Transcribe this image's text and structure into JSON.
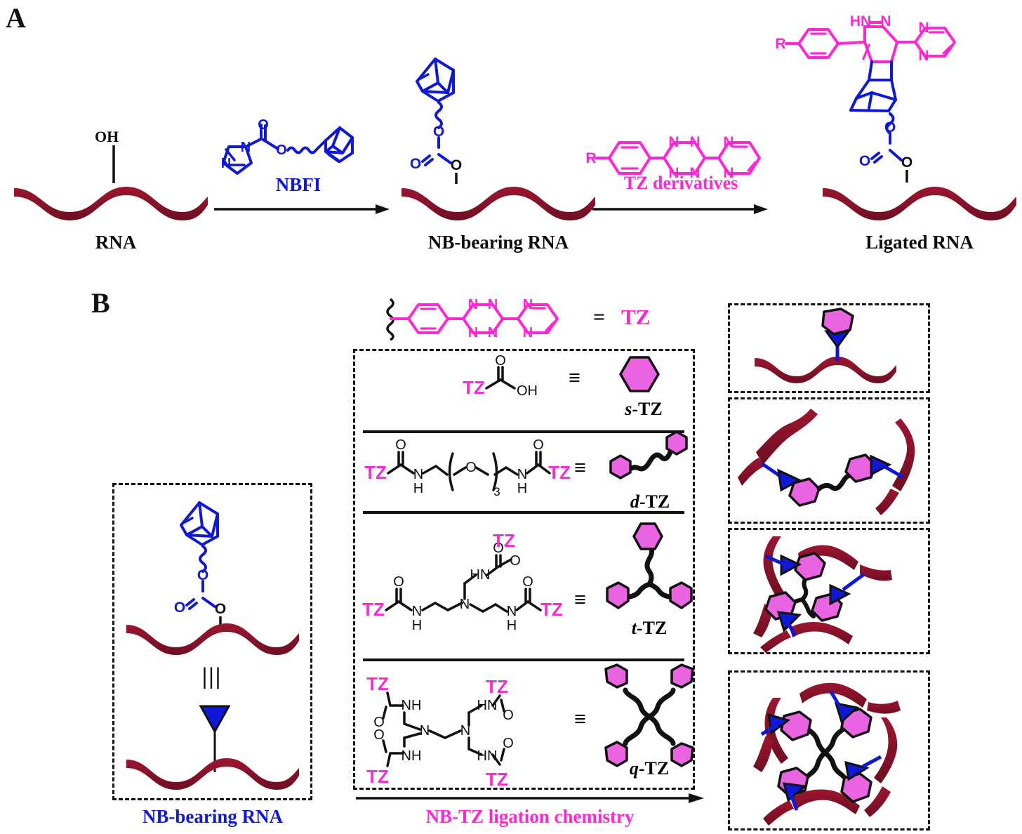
{
  "figure": {
    "panels": [
      {
        "id": "A",
        "letter": "A"
      },
      {
        "id": "B",
        "letter": "B"
      }
    ]
  },
  "colors": {
    "rna": "#9e1530",
    "rna_dark": "#6d0f22",
    "nb_blue": "#1018d8",
    "tz_magenta": "#ff26d4",
    "hex_fill": "#ea63e0",
    "black": "#111111"
  },
  "panelA": {
    "letter": "A",
    "species": [
      {
        "name": "rna",
        "label": "RNA",
        "substituent": "OH"
      },
      {
        "name": "nb-bearing-rna",
        "label": "NB-bearing RNA"
      },
      {
        "name": "ligated-rna",
        "label": "Ligated RNA"
      }
    ],
    "arrow1": {
      "reagent_label": "NBFI",
      "reagent_color": "nb_blue"
    },
    "arrow2": {
      "reagent_label": "TZ derivatives",
      "reagent_color": "tz_magenta"
    },
    "atoms": {
      "oh": "OH",
      "o": "O",
      "n": "N",
      "r": "R",
      "hn": "HN"
    }
  },
  "panelB": {
    "letter": "B",
    "tz_legend": {
      "equals": "=",
      "label": "TZ"
    },
    "left_box": {
      "equivalence": "|||",
      "caption": "NB-bearing RNA",
      "atoms": {
        "o": "O"
      }
    },
    "bottom_arrow_label": "NB-TZ ligation chemistry",
    "tz_rows": [
      {
        "id": "s-TZ",
        "name_italic": "s",
        "name_rest": "-TZ",
        "equiv": "≡",
        "formula_parts": [
          "TZ",
          "O",
          "OH"
        ],
        "arms": 1
      },
      {
        "id": "d-TZ",
        "name_italic": "d",
        "name_rest": "-TZ",
        "equiv": "≡",
        "formula_parts": [
          "TZ",
          "O",
          "N",
          "H",
          "O",
          "3",
          "N",
          "H",
          "O",
          "TZ"
        ],
        "peg_subscript": "3",
        "arms": 2
      },
      {
        "id": "t-TZ",
        "name_italic": "t",
        "name_rest": "-TZ",
        "equiv": "≡",
        "formula_parts": [
          "TZ",
          "O",
          "N",
          "H",
          "HN",
          "O",
          "N",
          "TZ"
        ],
        "arms": 3
      },
      {
        "id": "q-TZ",
        "name_italic": "q",
        "name_rest": "-TZ",
        "equiv": "≡",
        "formula_parts": [
          "TZ",
          "O",
          "NH",
          "N",
          "HN",
          "O",
          "TZ"
        ],
        "arms": 4
      }
    ],
    "product_boxes": [
      {
        "id": "product-s-tz",
        "arms": 1,
        "rna_strands": 1
      },
      {
        "id": "product-d-tz",
        "arms": 2,
        "rna_strands": 2
      },
      {
        "id": "product-t-tz",
        "arms": 3,
        "rna_strands": 3
      },
      {
        "id": "product-q-tz",
        "arms": 4,
        "rna_strands": 4
      }
    ]
  }
}
